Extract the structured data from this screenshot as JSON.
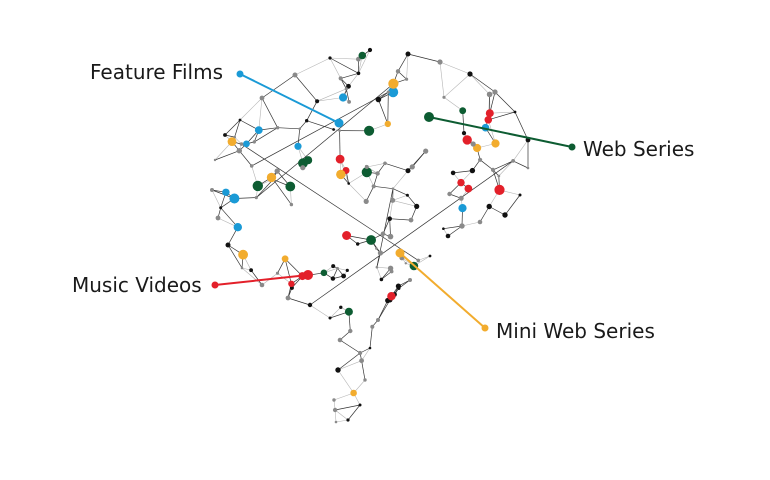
{
  "colors": {
    "feature_films": "#1a9ad6",
    "web_series": "#0d5c32",
    "music_videos": "#e3202a",
    "mini_web_series": "#f2ac2e",
    "node_dark": "#111111",
    "node_gray": "#8a8a8a",
    "edge": "#333333",
    "edge_light": "#b5b5b5"
  },
  "callouts": {
    "feature_films": "Feature Films",
    "web_series": "Web Series",
    "music_videos": "Music Videos",
    "mini_web_series": "Mini Web Series"
  }
}
